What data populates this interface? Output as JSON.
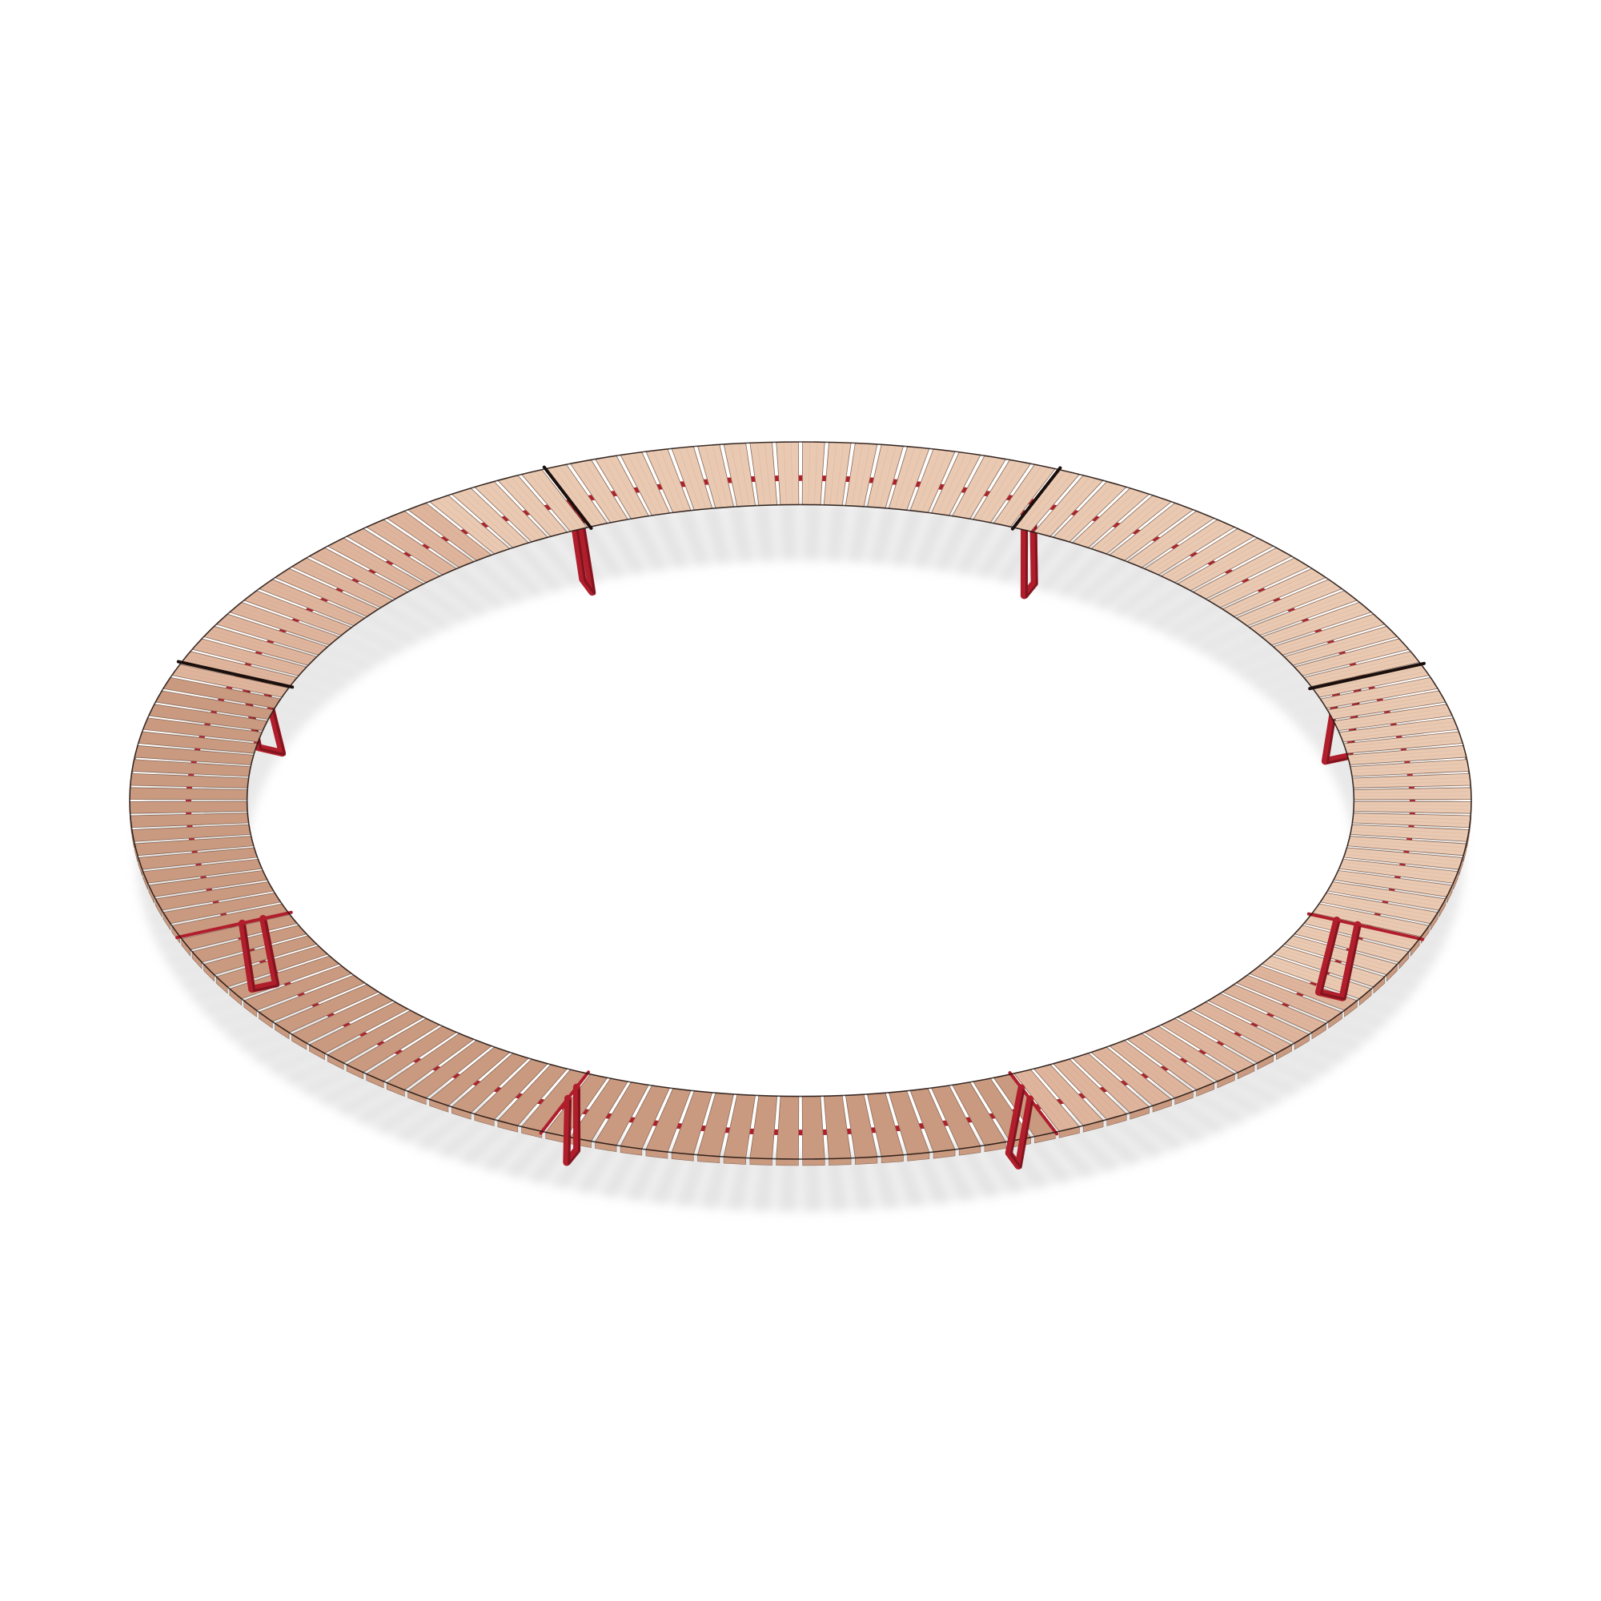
{
  "scene": {
    "subject": "circular-slatted-bench",
    "bench_modules": 8,
    "slats_per_module": 20,
    "leg_pairs": 8,
    "colors": {
      "background": "#ffffff",
      "wood_light": "#e9c9b2",
      "wood_mid": "#deb49c",
      "wood_dark": "#c99a80",
      "slat_gap": "#8a6a58",
      "joint": "#1a0f0c",
      "frame": "#b01e2c",
      "frame_dark": "#6e0f18",
      "shadow": "#cfcfcf"
    }
  }
}
